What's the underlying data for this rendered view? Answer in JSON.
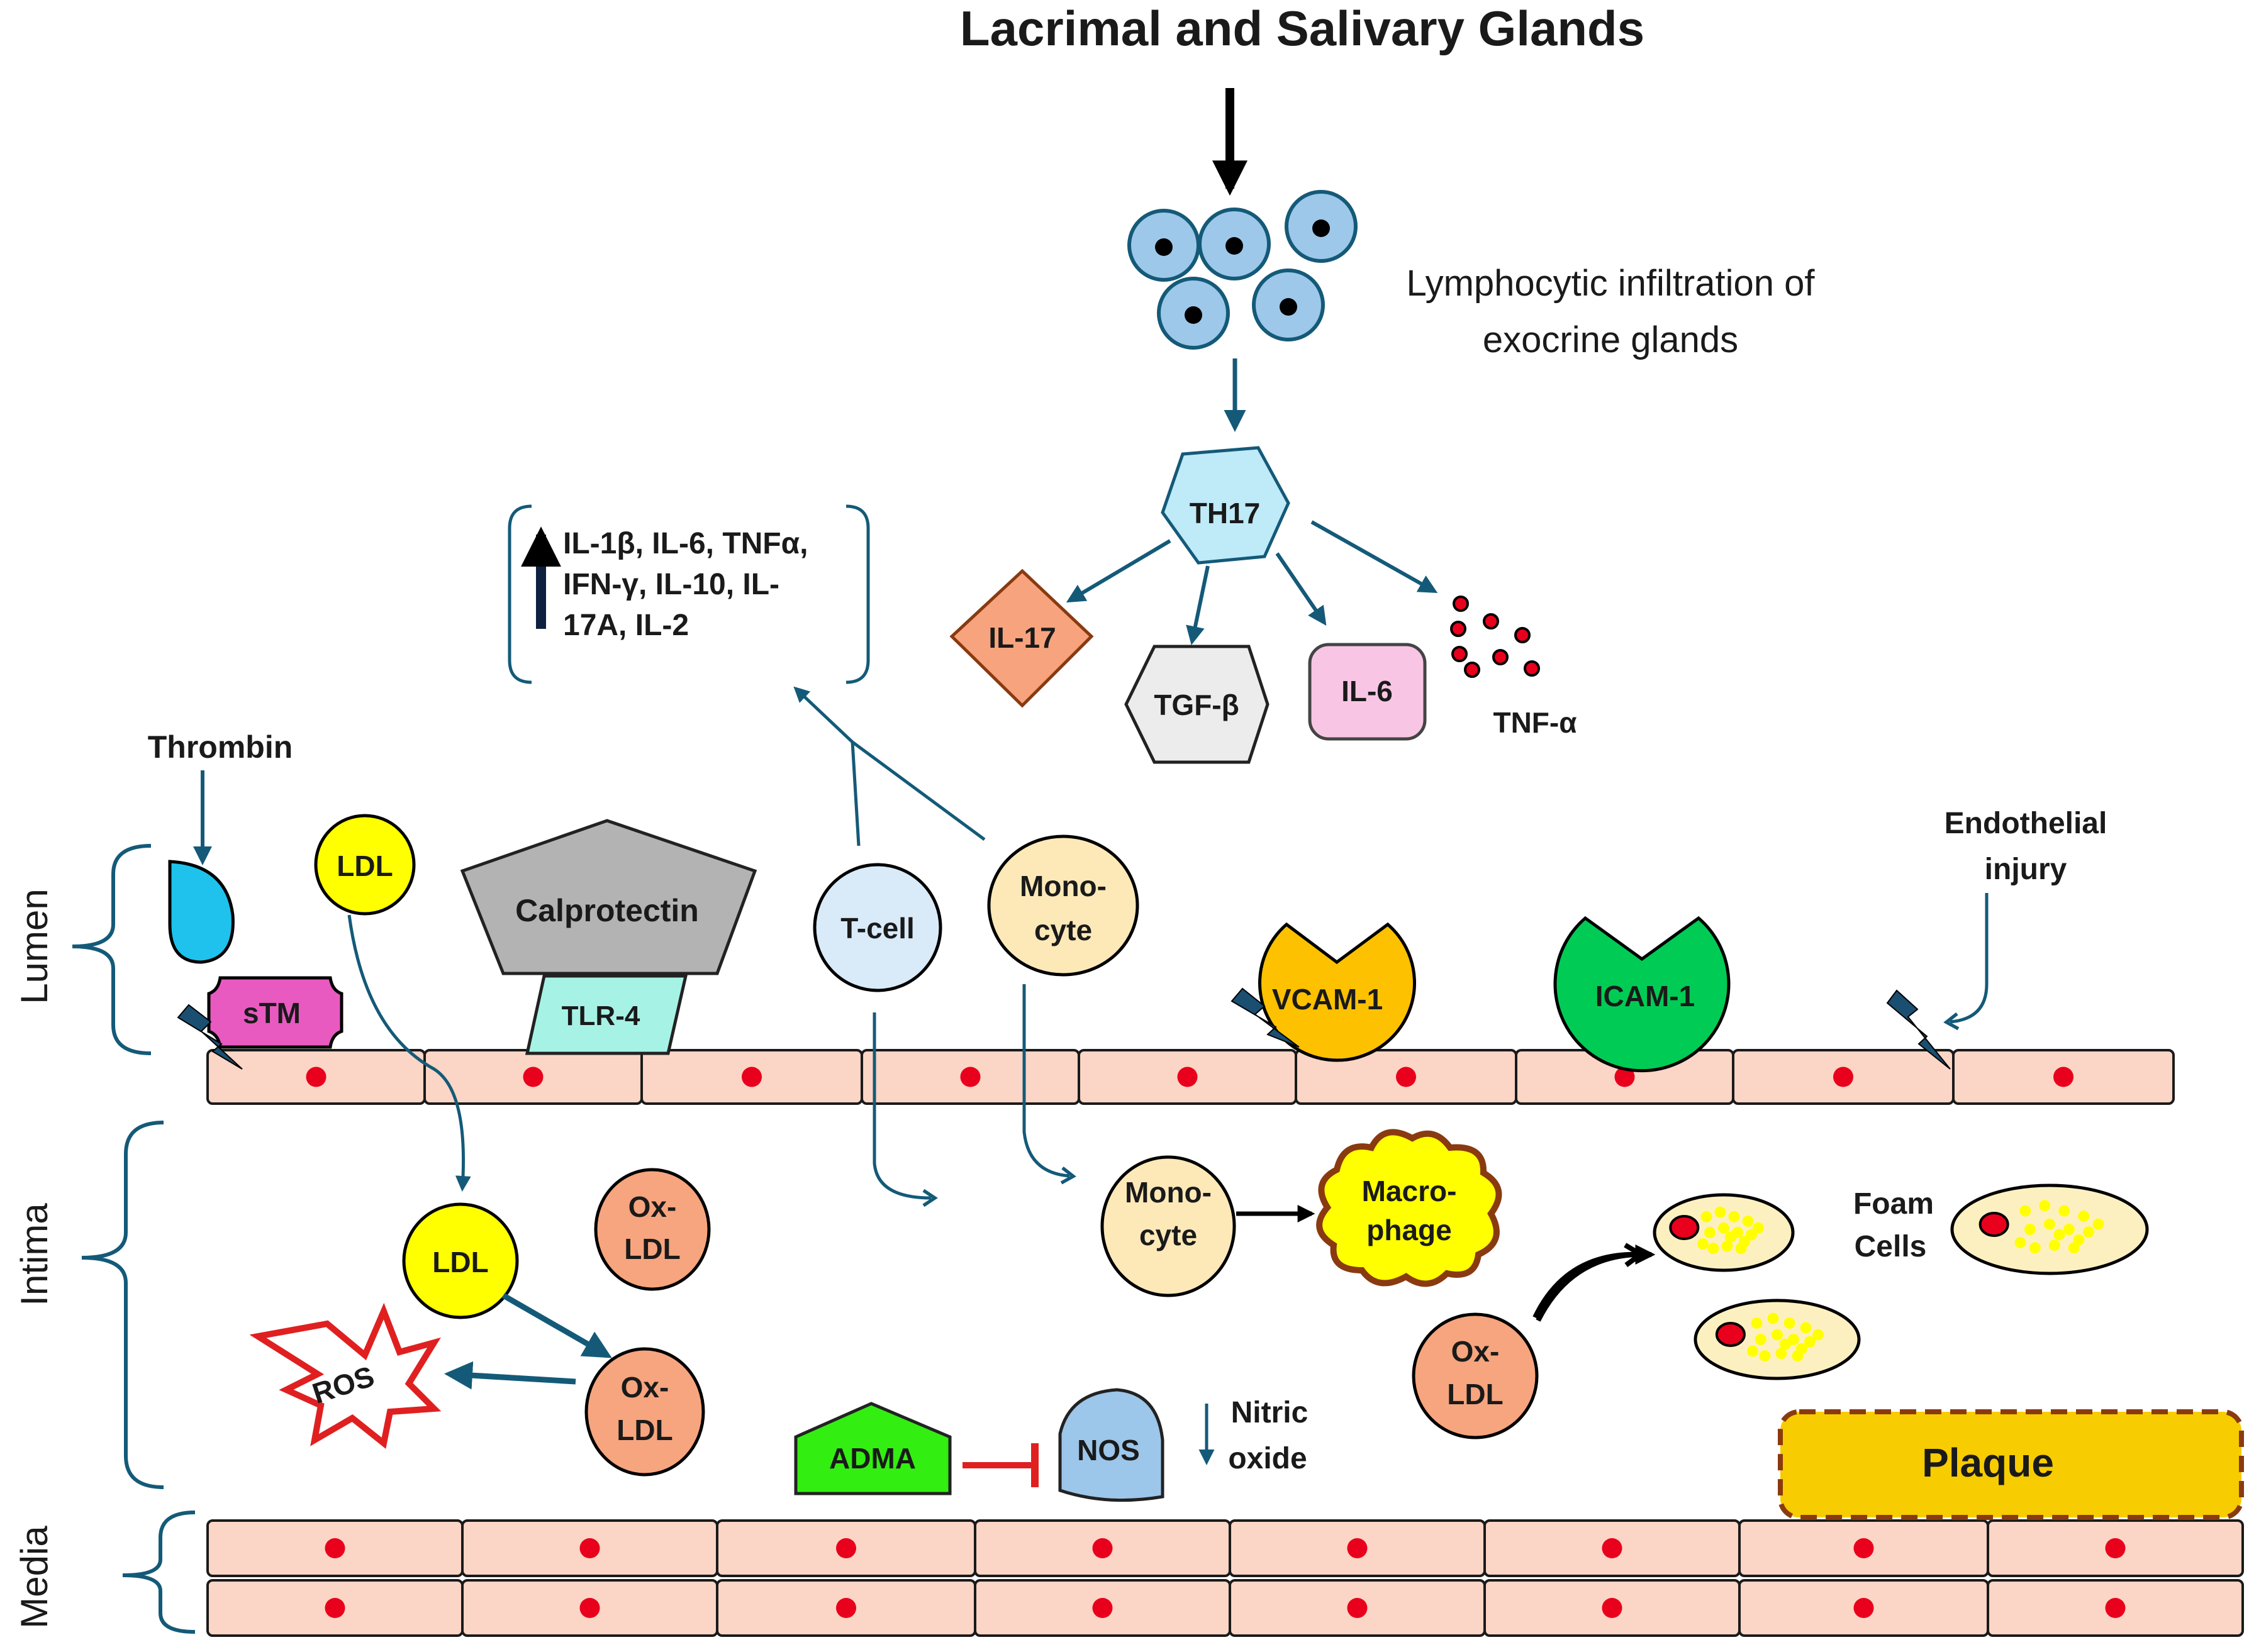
{
  "title": "Lacrimal and Salivary Glands",
  "infiltration": [
    "Lymphocytic infiltration of",
    "exocrine glands"
  ],
  "th17": "TH17",
  "il17": "IL-17",
  "tgfb": "TGF-β",
  "il6": "IL-6",
  "tnfa": "TNF-α",
  "cytokines": [
    "IL-1β, IL-6, TNFα,",
    "IFN-γ, IL-10, IL-",
    "17A, IL-2"
  ],
  "thrombin": "Thrombin",
  "ldl": "LDL",
  "calprotectin": "Calprotectin",
  "tlr4": "TLR-4",
  "tcell": "T-cell",
  "monocyte": [
    "Mono-",
    "cyte"
  ],
  "stm": "sTM",
  "vcam": "VCAM-1",
  "icam": "ICAM-1",
  "endothelial_injury": [
    "Endothelial",
    "injury"
  ],
  "layers": {
    "lumen": "Lumen",
    "intima": "Intima",
    "media": "Media"
  },
  "oxldl": [
    "Ox-",
    "LDL"
  ],
  "ros": "ROS",
  "macrophage": [
    "Macro-",
    "phage"
  ],
  "foam_cells": [
    "Foam",
    "Cells"
  ],
  "adma": "ADMA",
  "nos": "NOS",
  "nitric_oxide": [
    "Nitric",
    "oxide"
  ],
  "plaque": "Plaque",
  "colors": {
    "cell_fill": "#fbd5c5",
    "nucleus": "#e8001c",
    "arrow": "#145a78",
    "lymphocyte": "#9dc8ea",
    "th17": "#bfeaf8",
    "il17": "#f7a47e",
    "tgfb": "#ececec",
    "il6": "#f8c6e4",
    "ldl": "#ffff00",
    "calprotectin": "#b3b3b3",
    "tlr4": "#a6f3e6",
    "tcell": "#d9eaf8",
    "monocyte": "#fde9b8",
    "stm": "#e85ac0",
    "vcam": "#fdc100",
    "icam": "#00cc55",
    "oxldl": "#f6a57e",
    "macrophage": "#ffff00",
    "adma": "#33ee11",
    "nos": "#9cc6ea",
    "plaque": "#f7cc00",
    "ros": "#e02020"
  }
}
